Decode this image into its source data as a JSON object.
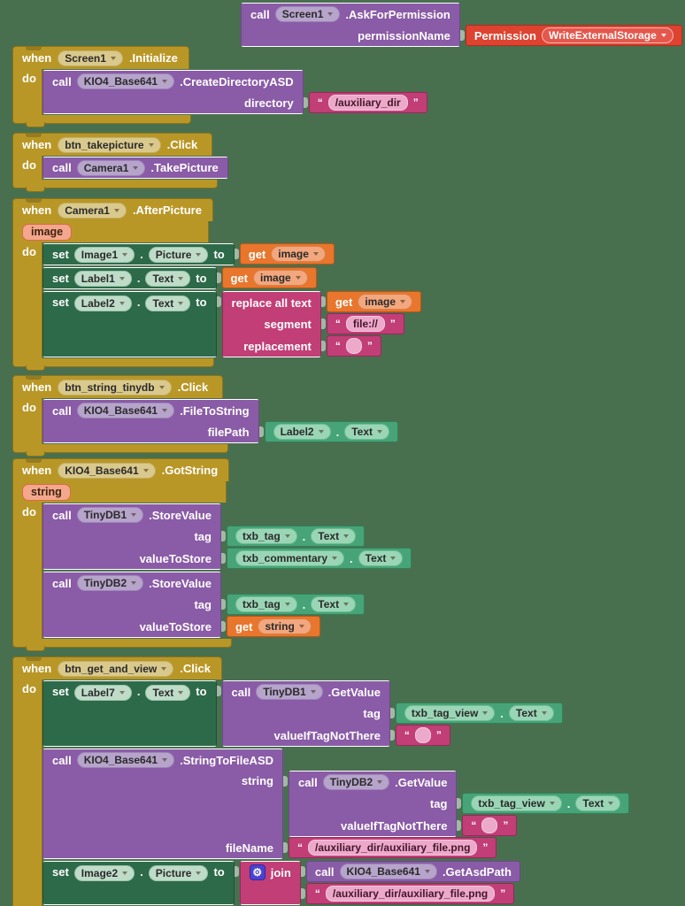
{
  "palette": {
    "background": "#48704F",
    "event_gold": "#B99727",
    "call_purple": "#8A5BA6",
    "setter_green": "#2D6A49",
    "getter_teal": "#47A478",
    "variable_orange": "#E8762C",
    "text_pink": "#C13E76",
    "permission_red": "#DD4330",
    "join_icon_blue": "#4B43CE"
  },
  "icons": {
    "mutator_gear": "⚙",
    "dropdown": "▾"
  },
  "kw": {
    "when": "when",
    "do": "do",
    "call": "call",
    "set": "set",
    "to": "to",
    "get": "get",
    "join": "join",
    "dot": ".",
    "qo": "“",
    "qc": "”"
  },
  "stack1": {
    "component": "Screen1",
    "method": ".AskForPermission",
    "arg_permission": "permissionName",
    "permission_block": {
      "label": "Permission",
      "value": "WriteExternalStorage"
    }
  },
  "stack2": {
    "component": "Screen1",
    "event": ".Initialize",
    "call": {
      "component": "KIO4_Base641",
      "method": ".CreateDirectoryASD",
      "arg_directory": "directory",
      "directory_value": "/auxiliary_dir"
    }
  },
  "stack3": {
    "component": "btn_takepicture",
    "event": ".Click",
    "call": {
      "component": "Camera1",
      "method": ".TakePicture"
    }
  },
  "stack4": {
    "component": "Camera1",
    "event": ".AfterPicture",
    "param": "image",
    "set_image1": {
      "component": "Image1",
      "property": "Picture",
      "value_var": "image"
    },
    "set_label1": {
      "component": "Label1",
      "property": "Text",
      "value_var": "image"
    },
    "set_label2": {
      "component": "Label2",
      "property": "Text",
      "replace": {
        "label": "replace all text",
        "value_var": "image",
        "arg_segment": "segment",
        "segment_value": "file://",
        "arg_replacement": "replacement",
        "replacement_value": ""
      }
    }
  },
  "stack5": {
    "component": "btn_string_tinydb",
    "event": ".Click",
    "call": {
      "component": "KIO4_Base641",
      "method": ".FileToString",
      "arg_filepath": "filePath",
      "filepath_component": "Label2",
      "filepath_property": "Text"
    }
  },
  "stack6": {
    "component": "KIO4_Base641",
    "event": ".GotString",
    "param": "string",
    "store1": {
      "component": "TinyDB1",
      "method": ".StoreValue",
      "arg_tag": "tag",
      "tag_component": "txb_tag",
      "tag_property": "Text",
      "arg_value": "valueToStore",
      "value_component": "txb_commentary",
      "value_property": "Text"
    },
    "store2": {
      "component": "TinyDB2",
      "method": ".StoreValue",
      "arg_tag": "tag",
      "tag_component": "txb_tag",
      "tag_property": "Text",
      "arg_value": "valueToStore",
      "value_var": "string"
    }
  },
  "stack7": {
    "component": "btn_get_and_view",
    "event": ".Click",
    "set_label7": {
      "component": "Label7",
      "property": "Text",
      "getvalue": {
        "component": "TinyDB1",
        "method": ".GetValue",
        "arg_tag": "tag",
        "tag_component": "txb_tag_view",
        "tag_property": "Text",
        "arg_notthere": "valueIfTagNotThere",
        "notthere_value": ""
      }
    },
    "string_to_file": {
      "component": "KIO4_Base641",
      "method": ".StringToFileASD",
      "arg_string": "string",
      "getvalue": {
        "component": "TinyDB2",
        "method": ".GetValue",
        "arg_tag": "tag",
        "tag_component": "txb_tag_view",
        "tag_property": "Text",
        "arg_notthere": "valueIfTagNotThere",
        "notthere_value": ""
      },
      "arg_filename": "fileName",
      "filename_value": "/auxiliary_dir/auxiliary_file.png"
    },
    "set_image2": {
      "component": "Image2",
      "property": "Picture",
      "join": {
        "label": "join",
        "call": {
          "component": "KIO4_Base641",
          "method": ".GetAsdPath"
        },
        "text_value": "/auxiliary_dir/auxiliary_file.png"
      }
    }
  }
}
